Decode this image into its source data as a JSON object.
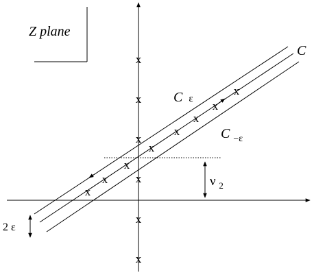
{
  "diagram": {
    "plane_label": "Z plane",
    "contour_label": "C",
    "contour_plus_label": "C",
    "contour_plus_sub": "ε",
    "contour_minus_label": "C",
    "contour_minus_sub": "−ε",
    "height_label": "ν",
    "height_sub": "2",
    "width_label": "2 ε",
    "pole_glyph": "x"
  }
}
